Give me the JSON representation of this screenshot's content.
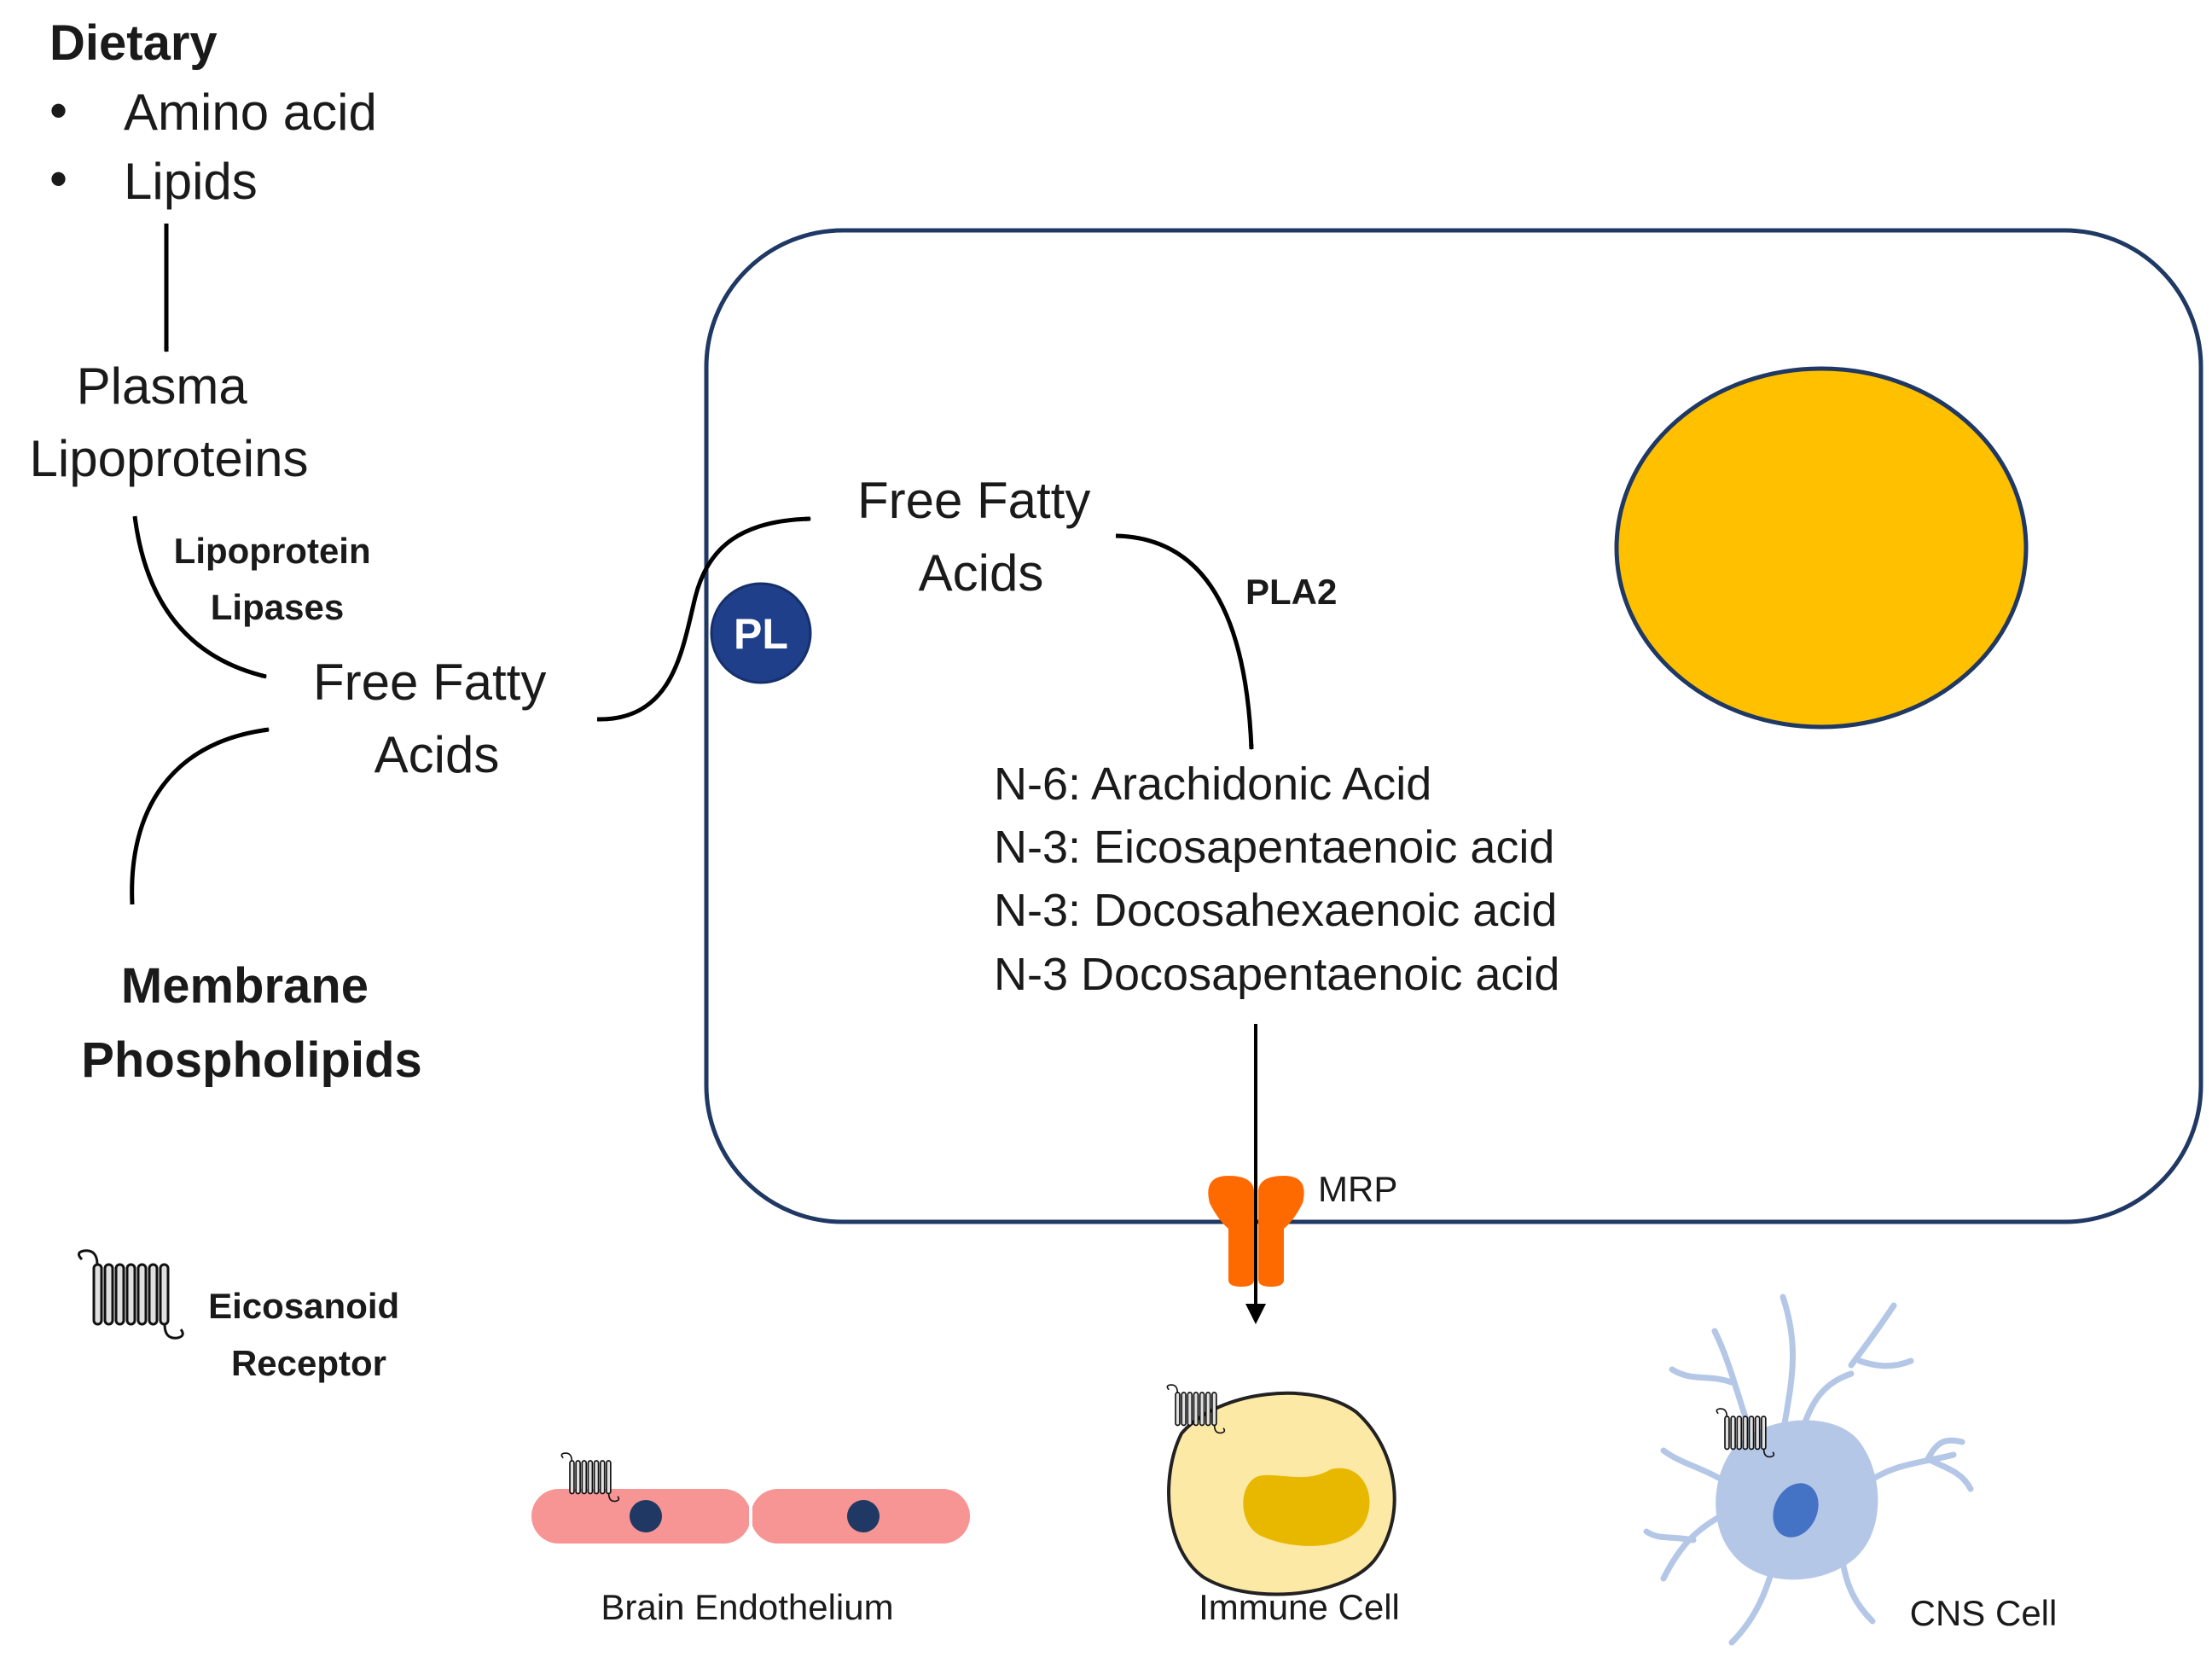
{
  "dietary": {
    "heading": "Dietary",
    "bullet_char": "•",
    "items": [
      "Amino acid",
      "Lipids"
    ]
  },
  "plasma_lipoproteins": {
    "line1": "Plasma",
    "line2": "Lipoproteins"
  },
  "lipoprotein_lipases": {
    "line1": "Lipoprotein",
    "line2": "Lipases"
  },
  "free_fatty_acids_outer": {
    "line1": "Free Fatty",
    "line2": "Acids"
  },
  "membrane_phospholipids": {
    "line1": "Membrane",
    "line2": "Phospholipids"
  },
  "pl_badge": "PL",
  "free_fatty_acids_inner": {
    "line1": "Free Fatty",
    "line2": "Acids"
  },
  "pla2": "PLA2",
  "acids": [
    "N-6: Arachidonic Acid",
    "N-3: Eicosapentaenoic acid",
    "N-3: Docosahexaenoic acid",
    "N-3 Docosapentaenoic acid"
  ],
  "mrp": "MRP",
  "legend": {
    "line1": "Eicosanoid",
    "line2": "Receptor"
  },
  "targets": {
    "brain_endothelium": "Brain Endothelium",
    "immune_cell": "Immune Cell",
    "cns_cell": "CNS Cell"
  },
  "colors": {
    "cell_border": "#1f3864",
    "nucleus": "#ffc000",
    "pl_badge": "#1f3f8a",
    "mrp": "#ff6a00",
    "endothelium": "#f79494",
    "immune": "#fde9a6",
    "cns": "#b4c7e7"
  }
}
